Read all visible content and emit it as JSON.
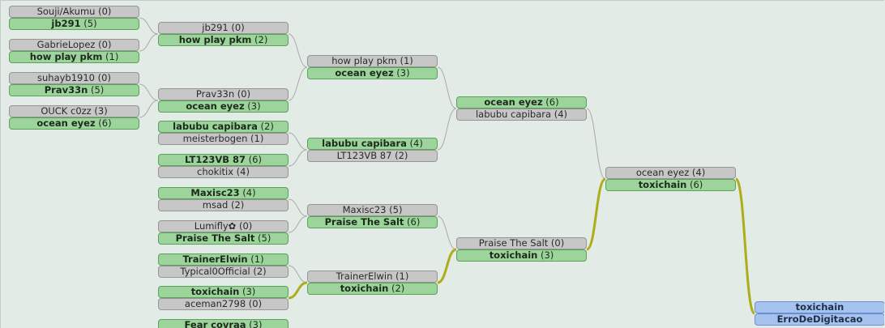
{
  "colors": {
    "winner": "#9dd49b",
    "loser": "#c7c7c7",
    "final": "#a6c3ef",
    "path": "#adad19",
    "connector": "#a9a9a9"
  },
  "round1": [
    {
      "p1": {
        "name": "Souji/Akumu",
        "score": "(0)",
        "win": false
      },
      "p2": {
        "name": "jb291",
        "score": "(5)",
        "win": true
      }
    },
    {
      "p1": {
        "name": "GabrieLopez",
        "score": "(0)",
        "win": false
      },
      "p2": {
        "name": "how play pkm",
        "score": "(1)",
        "win": true
      }
    },
    {
      "p1": {
        "name": "suhayb1910",
        "score": "(0)",
        "win": false
      },
      "p2": {
        "name": "Prav33n",
        "score": "(5)",
        "win": true
      }
    },
    {
      "p1": {
        "name": "OUCK c0zz",
        "score": "(3)",
        "win": false
      },
      "p2": {
        "name": "ocean eyez",
        "score": "(6)",
        "win": true
      }
    }
  ],
  "round2": [
    {
      "p1": {
        "name": "jb291",
        "score": "(0)",
        "win": false
      },
      "p2": {
        "name": "how play pkm",
        "score": "(2)",
        "win": true
      }
    },
    {
      "p1": {
        "name": "Prav33n",
        "score": "(0)",
        "win": false
      },
      "p2": {
        "name": "ocean eyez",
        "score": "(3)",
        "win": true
      }
    },
    {
      "p1": {
        "name": "labubu capibara",
        "score": "(2)",
        "win": true
      },
      "p2": {
        "name": "meisterbogen",
        "score": "(1)",
        "win": false
      }
    },
    {
      "p1": {
        "name": "LT123VB 87",
        "score": "(6)",
        "win": true
      },
      "p2": {
        "name": "chokitix",
        "score": "(4)",
        "win": false
      }
    },
    {
      "p1": {
        "name": "Maxisc23",
        "score": "(4)",
        "win": true
      },
      "p2": {
        "name": "msad",
        "score": "(2)",
        "win": false
      }
    },
    {
      "p1": {
        "name": "Lumifly✿",
        "score": "(0)",
        "win": false
      },
      "p2": {
        "name": "Praise The Salt",
        "score": "(5)",
        "win": true
      }
    },
    {
      "p1": {
        "name": "TrainerElwin",
        "score": "(1)",
        "win": true
      },
      "p2": {
        "name": "Typical0Official",
        "score": "(2)",
        "win": false
      }
    },
    {
      "p1": {
        "name": "toxichain",
        "score": "(3)",
        "win": true
      },
      "p2": {
        "name": "aceman2798",
        "score": "(0)",
        "win": false
      }
    },
    {
      "p1": {
        "name": "Fear covraa",
        "score": "(3)",
        "win": true
      },
      "p2": {
        "name": "",
        "score": "",
        "win": false
      }
    }
  ],
  "round3": [
    {
      "p1": {
        "name": "how play pkm",
        "score": "(1)",
        "win": false
      },
      "p2": {
        "name": "ocean eyez",
        "score": "(3)",
        "win": true
      }
    },
    {
      "p1": {
        "name": "labubu capibara",
        "score": "(4)",
        "win": true
      },
      "p2": {
        "name": "LT123VB 87",
        "score": "(2)",
        "win": false
      }
    },
    {
      "p1": {
        "name": "Maxisc23",
        "score": "(5)",
        "win": false
      },
      "p2": {
        "name": "Praise The Salt",
        "score": "(6)",
        "win": true
      }
    },
    {
      "p1": {
        "name": "TrainerElwin",
        "score": "(1)",
        "win": false
      },
      "p2": {
        "name": "toxichain",
        "score": "(2)",
        "win": true
      }
    }
  ],
  "round4": [
    {
      "p1": {
        "name": "ocean eyez",
        "score": "(6)",
        "win": true
      },
      "p2": {
        "name": "labubu capibara",
        "score": "(4)",
        "win": false
      }
    },
    {
      "p1": {
        "name": "Praise The Salt",
        "score": "(0)",
        "win": false
      },
      "p2": {
        "name": "toxichain",
        "score": "(3)",
        "win": true
      }
    }
  ],
  "round5": [
    {
      "p1": {
        "name": "ocean eyez",
        "score": "(4)",
        "win": false
      },
      "p2": {
        "name": "toxichain",
        "score": "(6)",
        "win": true
      }
    }
  ],
  "final": [
    {
      "p1": {
        "name": "toxichain",
        "score": "",
        "win": true
      },
      "p2": {
        "name": "ErroDeDigitacao",
        "score": "",
        "win": true
      }
    }
  ]
}
